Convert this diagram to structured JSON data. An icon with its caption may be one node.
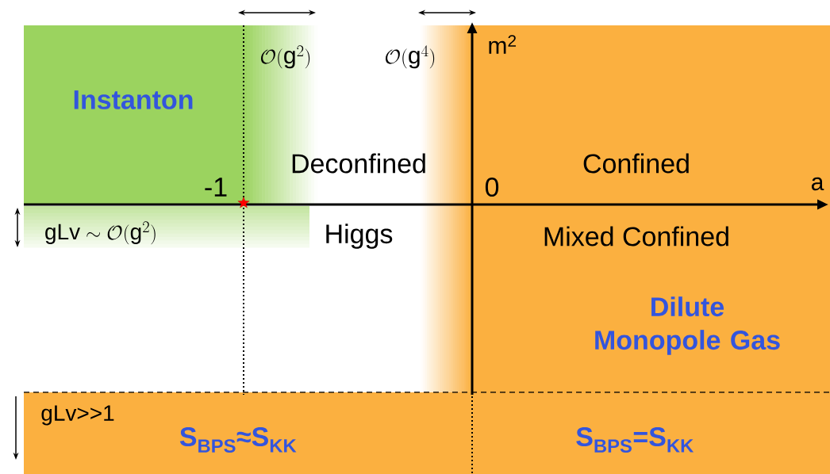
{
  "diagram": {
    "labels": [
      "\\mathcal{O}(\\mathrm{g}^{2})",
      "\\mathcal{O}(\\mathrm{g}^{4})",
      "m$^{2}$",
      "Instanton",
      "Deconfined",
      "Confined",
      "-1",
      "0",
      "a",
      "\\mathrm{gLv}\\sim\\mathcal{O}(\\mathrm{g}^{2})",
      "Higgs",
      "Mixed Confined",
      "Dilute Monopole Gas",
      "gLv>>1",
      "S$_{BPS}$≈S$_{KK}$",
      "S$_{BPS}$=S$_{KK}$"
    ]
  }
}
